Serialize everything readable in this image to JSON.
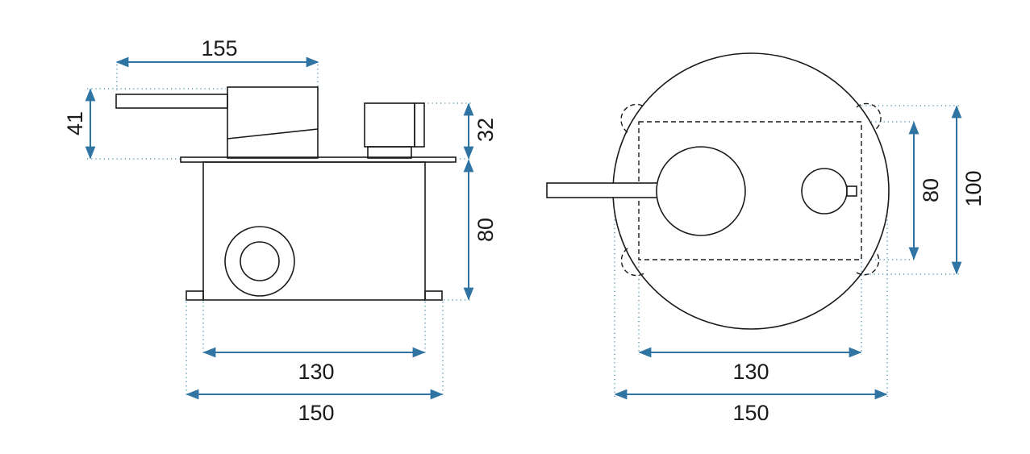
{
  "colors": {
    "outline": "#1a1a1a",
    "dimension": "#2f74a3",
    "extension": "#3f86a8",
    "background": "#ffffff"
  },
  "side_view": {
    "dim_top_width": "155",
    "dim_handle_height": "41",
    "dim_knob_height": "32",
    "dim_box_height": "80",
    "dim_inner_width": "130",
    "dim_outer_width": "150"
  },
  "front_view": {
    "dim_inner_width": "130",
    "dim_outer_width": "150",
    "dim_inner_height": "80",
    "dim_outer_height": "100"
  }
}
